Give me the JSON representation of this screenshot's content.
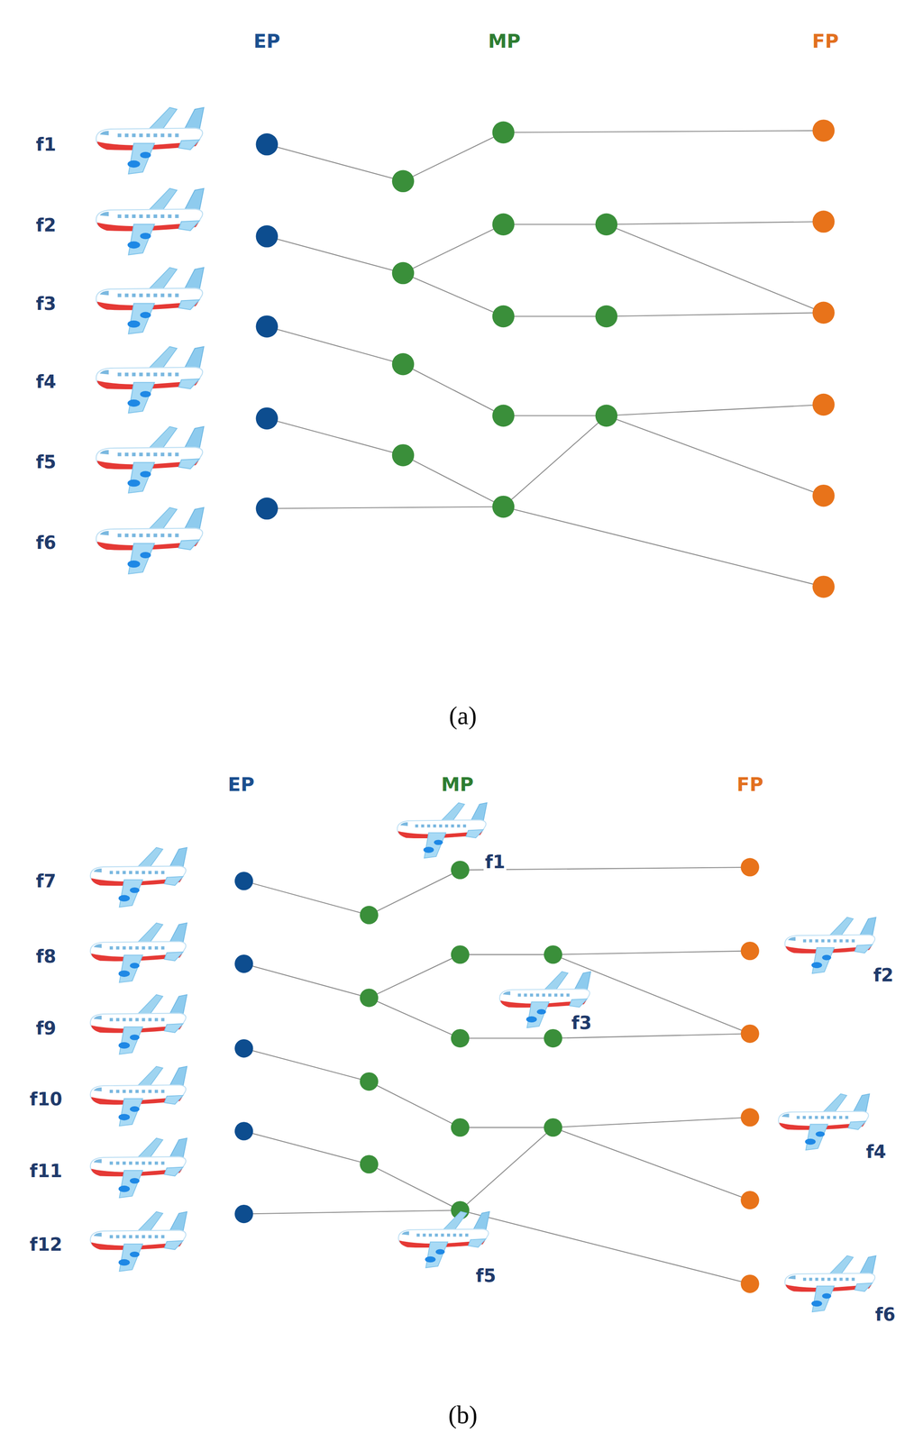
{
  "diagram": {
    "labels": [
      "EP",
      "MP",
      "FP",
      "f1",
      "f2",
      "f3",
      "f4",
      "f5",
      "f6",
      "(a)",
      "EP",
      "MP",
      "FP",
      "f7",
      "f8",
      "f9",
      "f10",
      "f11",
      "f12",
      "f1",
      "f2",
      "f3",
      "f4",
      "f5",
      "f6",
      "(b)"
    ]
  }
}
